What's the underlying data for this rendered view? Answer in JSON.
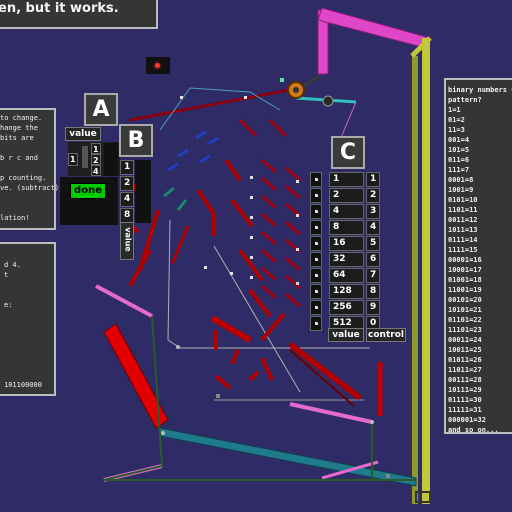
{
  "title_text": "en, but it works.",
  "left_instructions": [
    "to change.",
    "hange the",
    "bits are",
    "",
    "b r c and",
    "",
    "p counting.",
    "ve. (subtract)",
    "",
    "",
    "lation!"
  ],
  "left_lower_text": [
    "d 4.",
    "t",
    "",
    "",
    "e:",
    "",
    "",
    "",
    "",
    "",
    "",
    "",
    "101100000"
  ],
  "section_a": {
    "letter": "A",
    "value_label": "value",
    "bits": [
      "1",
      "2",
      "4"
    ],
    "side_bit": "1"
  },
  "section_b": {
    "letter": "B",
    "bits": [
      "1",
      "2",
      "4",
      "8"
    ],
    "value_label": "value"
  },
  "done_button": "done",
  "section_c": {
    "letter": "C",
    "values": [
      "1",
      "2",
      "4",
      "8",
      "16",
      "32",
      "64",
      "128",
      "256",
      "512"
    ],
    "controls": [
      "1",
      "2",
      "3",
      "4",
      "5",
      "6",
      "7",
      "8",
      "9",
      "0"
    ],
    "value_label": "value",
    "control_label": "control"
  },
  "binary_panel": {
    "header": [
      "binary numbers u",
      "pattern?"
    ],
    "entries": [
      "1=1",
      "01=2",
      "11=3",
      "001=4",
      "101=5",
      "011=6",
      "111=7",
      "0001=8",
      "1001=9",
      "0101=10",
      "1101=11",
      "0011=12",
      "1011=13",
      "0111=14",
      "1111=15",
      "00001=16",
      "10001=17",
      "01001=18",
      "11001=19",
      "00101=20",
      "10101=21",
      "01101=22",
      "11101=23",
      "00011=24",
      "10011=25",
      "01011=26",
      "11011=27",
      "00111=28",
      "10111=29",
      "01111=30",
      "11111=31",
      "000001=32"
    ],
    "footer": "and so on..."
  },
  "colors": {
    "background": "#2e2b66",
    "rail_green": "#b8c23a",
    "pink": "#e040c0",
    "red": "#cc0000",
    "teal": "#1f7a8c",
    "done_green": "#00cc00"
  }
}
